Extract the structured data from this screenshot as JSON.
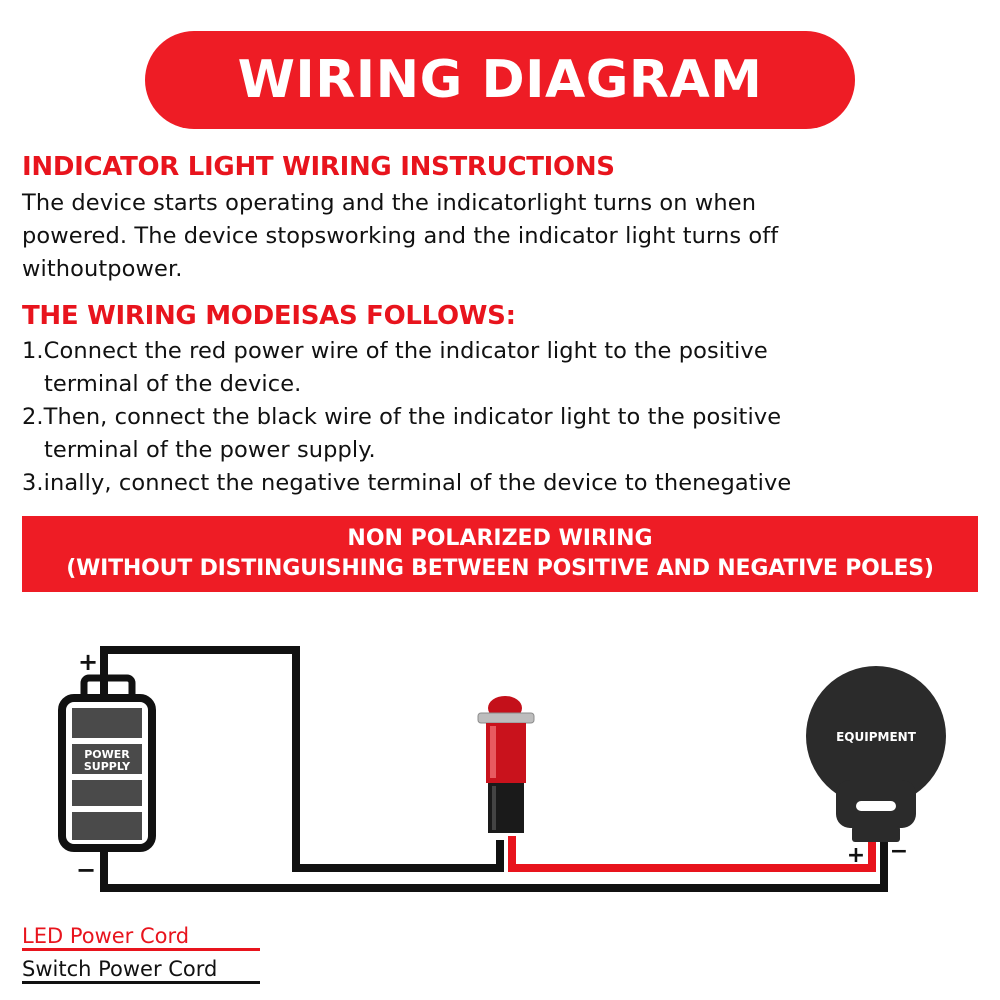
{
  "title": "WIRING DIAGRAM",
  "section1": {
    "heading": "INDICATOR LIGHT WIRING INSTRUCTIONS",
    "lines": [
      "The device starts operating and the indicatorlight turns on when",
      "powered. The device stopsworking and the indicator light turns off",
      "withoutpower."
    ]
  },
  "section2": {
    "heading": "THE WIRING MODEISAS FOLLOWS:",
    "steps": [
      {
        "line1": "1.Connect the red power wire of the indicator light to the positive",
        "line2": "terminal of the device."
      },
      {
        "line1": "2.Then, connect the black wire of the indicator light to the positive",
        "line2": "terminal of the power supply."
      },
      {
        "line1": "3.inally, connect the negative terminal of the device to thenegative",
        "line2": ""
      }
    ]
  },
  "banner": {
    "line1": "NON POLARIZED WIRING",
    "line2": "(WITHOUT DISTINGUISHING BETWEEN POSITIVE AND NEGATIVE POLES)"
  },
  "diagram": {
    "battery_label_1": "POWER",
    "battery_label_2": "SUPPLY",
    "battery_plus": "+",
    "battery_minus": "−",
    "equipment_label": "EQUIPMENT",
    "equipment_plus": "+",
    "equipment_minus": "−",
    "icons": [
      "battery-icon",
      "indicator-light-icon",
      "equipment-icon"
    ]
  },
  "legend": {
    "led_cord": "LED Power Cord",
    "switch_cord": "Switch Power Cord"
  },
  "colors": {
    "accent_red": "#ee1c25",
    "wire_red": "#e8141d",
    "wire_black": "#111111",
    "battery_gray": "#4a4a4a",
    "equipment_dark": "#2b2b2b"
  }
}
